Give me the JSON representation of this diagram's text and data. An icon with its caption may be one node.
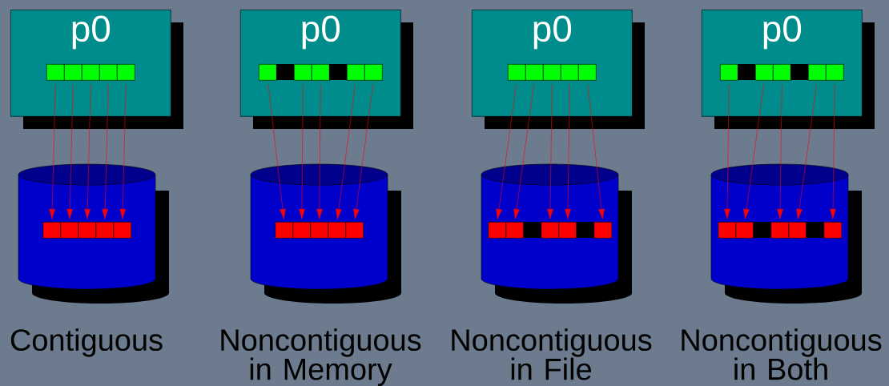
{
  "diagram": {
    "nodes": [
      {
        "text": [
          "p0"
        ]
      },
      {
        "text": [],
        "shape": "box",
        "in": 0
      },
      {
        "text": [],
        "shape": "box",
        "in": 0
      },
      {
        "text": [],
        "shape": "box",
        "in": 0
      },
      {
        "text": [],
        "shape": "box",
        "in": 0
      },
      {
        "text": [],
        "shape": "box",
        "in": 0
      },
      {
        "text": [],
        "shape": "cylinder"
      },
      {
        "text": [],
        "shape": "box",
        "in": 6
      },
      {
        "text": [],
        "shape": "box",
        "in": 6
      },
      {
        "text": [],
        "shape": "box",
        "in": 6
      },
      {
        "text": [],
        "shape": "box",
        "in": 6
      },
      {
        "text": [],
        "shape": "box",
        "in": 6
      },
      {
        "text": [
          "p0"
        ]
      },
      {
        "text": [],
        "shape": "box",
        "in": 12
      },
      {
        "text": [],
        "shape": "box",
        "in": 12
      },
      {
        "text": [],
        "shape": "box",
        "in": 12
      },
      {
        "text": [],
        "shape": "box",
        "in": 12
      },
      {
        "text": [],
        "shape": "box",
        "in": 12
      },
      {
        "text": [],
        "shape": "cylinder"
      },
      {
        "text": [],
        "shape": "box",
        "in": 18
      },
      {
        "text": [],
        "shape": "box",
        "in": 18
      },
      {
        "text": [],
        "shape": "box",
        "in": 18
      },
      {
        "text": [],
        "shape": "box",
        "in": 18
      },
      {
        "text": [],
        "shape": "box",
        "in": 18
      },
      {
        "text": [
          "p0"
        ]
      },
      {
        "text": [],
        "shape": "box",
        "in": 24
      },
      {
        "text": [],
        "shape": "box",
        "in": 24
      },
      {
        "text": [],
        "shape": "box",
        "in": 24
      },
      {
        "text": [],
        "shape": "box",
        "in": 24
      },
      {
        "text": [],
        "shape": "box",
        "in": 24
      },
      {
        "text": [],
        "shape": "cylinder"
      },
      {
        "text": [],
        "shape": "box",
        "in": 30
      },
      {
        "text": [],
        "shape": "box",
        "in": 30
      },
      {
        "text": [],
        "shape": "box",
        "in": 30
      },
      {
        "text": [],
        "shape": "box",
        "in": 30
      },
      {
        "text": [],
        "shape": "box",
        "in": 30
      },
      {
        "text": [
          "p0"
        ]
      },
      {
        "text": [],
        "shape": "box",
        "in": 36
      },
      {
        "text": [],
        "shape": "box",
        "in": 36
      },
      {
        "text": [],
        "shape": "box",
        "in": 36
      },
      {
        "text": [],
        "shape": "box",
        "in": 36
      },
      {
        "text": [],
        "shape": "box",
        "in": 36
      },
      {
        "text": [],
        "shape": "cylinder"
      },
      {
        "text": [],
        "shape": "box",
        "in": 42
      },
      {
        "text": [],
        "shape": "box",
        "in": 42
      },
      {
        "text": [],
        "shape": "box",
        "in": 42
      },
      {
        "text": [],
        "shape": "box",
        "in": 42
      },
      {
        "text": [],
        "shape": "box",
        "in": 42
      }
    ],
    "edges": [
      {
        "from": 1,
        "to": 7,
        "arrow": "to"
      },
      {
        "from": 2,
        "to": 8,
        "arrow": "to"
      },
      {
        "from": 3,
        "to": 9,
        "arrow": "to"
      },
      {
        "from": 4,
        "to": 10,
        "arrow": "to"
      },
      {
        "from": 5,
        "to": 11,
        "arrow": "to"
      },
      {
        "from": 13,
        "to": 19,
        "arrow": "to"
      },
      {
        "from": 14,
        "to": 20,
        "arrow": "to"
      },
      {
        "from": 15,
        "to": 21,
        "arrow": "to"
      },
      {
        "from": 16,
        "to": 22,
        "arrow": "to"
      },
      {
        "from": 17,
        "to": 23,
        "arrow": "to"
      },
      {
        "from": 25,
        "to": 31,
        "arrow": "to"
      },
      {
        "from": 26,
        "to": 32,
        "arrow": "to"
      },
      {
        "from": 27,
        "to": 33,
        "arrow": "to"
      },
      {
        "from": 28,
        "to": 34,
        "arrow": "to"
      },
      {
        "from": 29,
        "to": 35,
        "arrow": "to"
      },
      {
        "from": 37,
        "to": 43,
        "arrow": "to"
      },
      {
        "from": 38,
        "to": 44,
        "arrow": "to"
      },
      {
        "from": 39,
        "to": 45,
        "arrow": "to"
      },
      {
        "from": 40,
        "to": 46,
        "arrow": "to"
      },
      {
        "from": 41,
        "to": 47,
        "arrow": "to"
      }
    ],
    "labels": [
      "Contiguous",
      "Noncontiguous in Memory",
      "Noncontiguous in File",
      "Noncontiguous in Both"
    ]
  }
}
